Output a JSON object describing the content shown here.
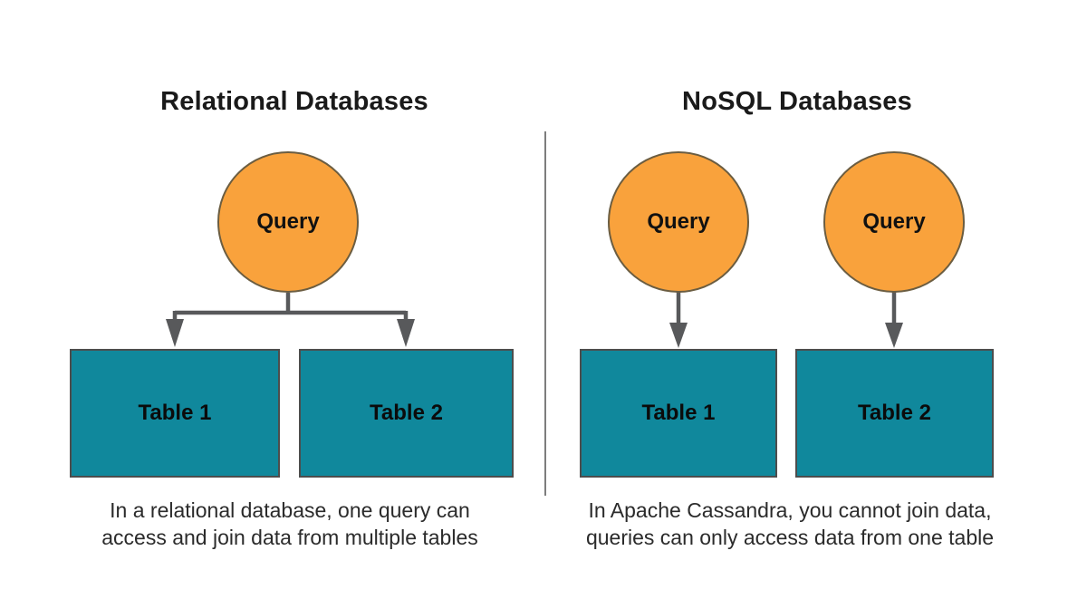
{
  "left_panel": {
    "title": "Relational Databases",
    "query": {
      "label": "Query"
    },
    "table1": {
      "label": "Table 1"
    },
    "table2": {
      "label": "Table 2"
    },
    "caption": {
      "line1": "In a relational database, one query can",
      "line2": "access and join data from multiple tables"
    }
  },
  "right_panel": {
    "title": "NoSQL Databases",
    "query1": {
      "label": "Query"
    },
    "query2": {
      "label": "Query"
    },
    "table1": {
      "label": "Table 1"
    },
    "table2": {
      "label": "Table 2"
    },
    "caption": {
      "line1": "In Apache Cassandra, you cannot join data,",
      "line2": "queries can only access data from one table"
    }
  },
  "colors": {
    "query_circle_fill": "#F9A23C",
    "query_circle_border": "#6b5d41",
    "table_fill": "#10889C",
    "table_border": "#4d4d4d",
    "connector": "#58595B",
    "divider": "#7d7d7d",
    "title_text": "#1a1a1a",
    "caption_text": "#2b2b2b",
    "background": "#ffffff"
  }
}
